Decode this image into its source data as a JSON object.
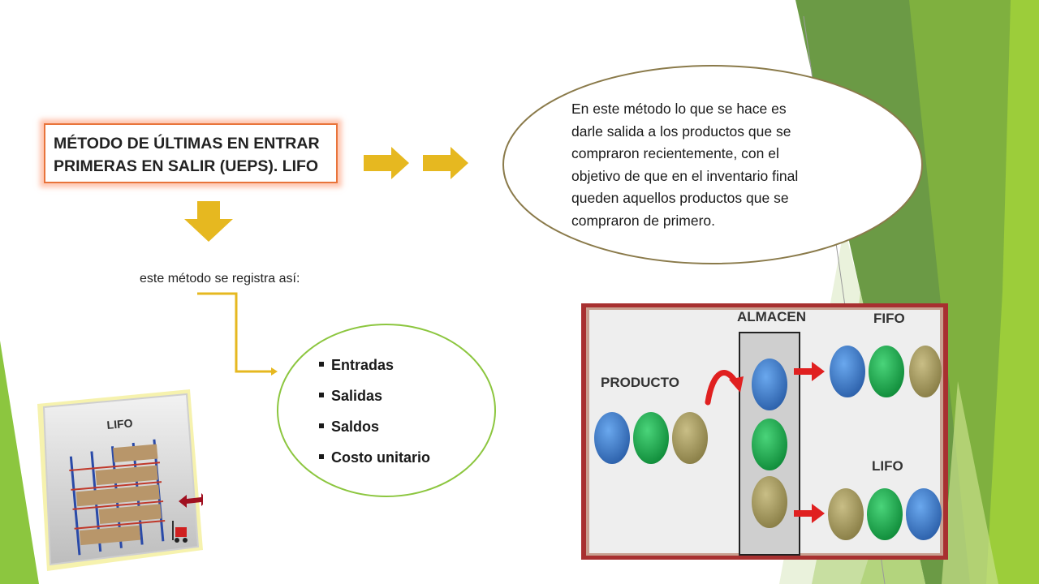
{
  "title": {
    "line1": "MÉTODO DE ÚLTIMAS EN ENTRAR",
    "line2": "PRIMERAS EN SALIR (UEPS). LIFO"
  },
  "explanation": {
    "lines": [
      "En este método lo que se hace es",
      "darle salida a los productos que se",
      "compraron recientemente, con el",
      "objetivo de que en el inventario final",
      "queden aquellos productos que se",
      "compraron de primero."
    ]
  },
  "registra_label": "este método se registra así:",
  "list_items": [
    "Entradas",
    "Salidas",
    "Saldos",
    "Costo unitario"
  ],
  "lifo_card": {
    "label": "LIFO"
  },
  "diagram": {
    "producto_label": "PRODUCTO",
    "almacen_label": "ALMACEN",
    "fifo_label": "FIFO",
    "lifo_label": "LIFO"
  },
  "colors": {
    "arrow_gold": "#e6b820",
    "green_dark": "#5f9a3a",
    "green_light": "#8cc63f",
    "ball_blue": "#3a78c2",
    "ball_green": "#1aa84a",
    "ball_khaki": "#a59a5c",
    "red_arrow": "#e02020",
    "ellipse_border": "#8a7a4a"
  }
}
